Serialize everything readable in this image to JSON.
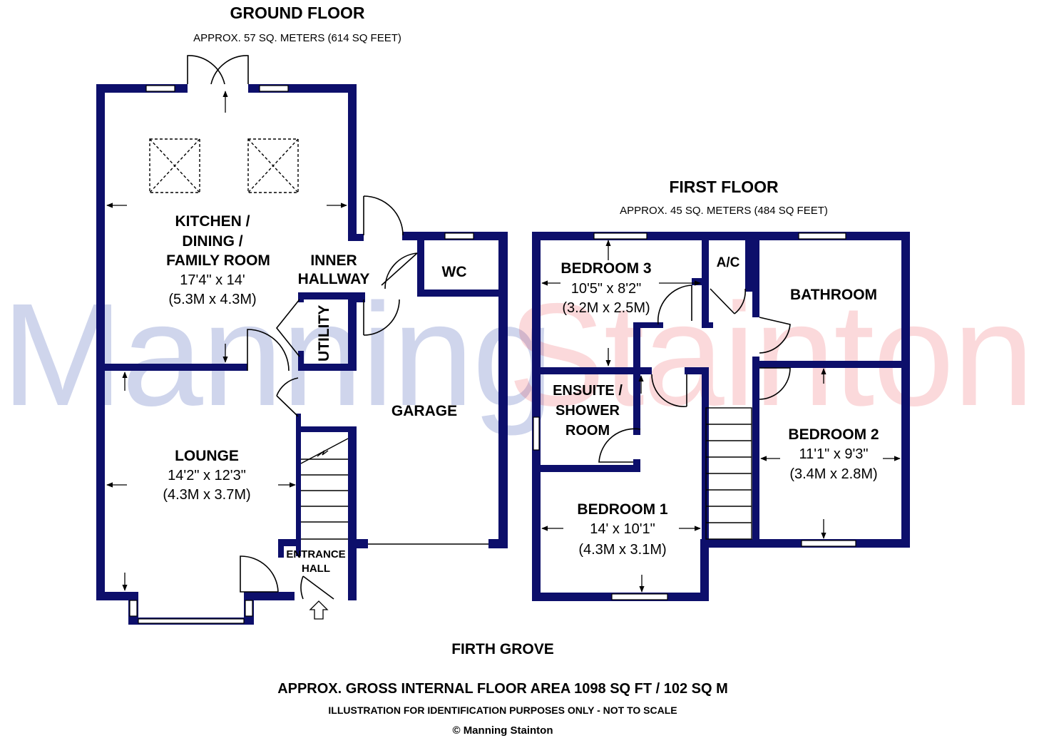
{
  "ground_floor": {
    "title": "GROUND FLOOR",
    "area": "APPROX. 57 SQ. METERS (614 SQ FEET)",
    "rooms": {
      "kitchen": {
        "name_lines": [
          "KITCHEN /",
          "DINING /",
          "FAMILY ROOM"
        ],
        "dims_imperial": "17'4\" x 14'",
        "dims_metric": "(5.3M x 4.3M)"
      },
      "inner_hallway": {
        "name_lines": [
          "INNER",
          "HALLWAY"
        ]
      },
      "wc": {
        "name": "WC"
      },
      "utility": {
        "name": "UTILITY"
      },
      "garage": {
        "name": "GARAGE"
      },
      "lounge": {
        "name": "LOUNGE",
        "dims_imperial": "14'2\" x 12'3\"",
        "dims_metric": "(4.3M x 3.7M)"
      },
      "entrance_hall": {
        "name_lines": [
          "ENTRANCE",
          "HALL"
        ]
      }
    }
  },
  "first_floor": {
    "title": "FIRST FLOOR",
    "area": "APPROX. 45 SQ. METERS (484 SQ FEET)",
    "rooms": {
      "bedroom3": {
        "name": "BEDROOM 3",
        "dims_imperial": "10'5\" x 8'2\"",
        "dims_metric": "(3.2M x 2.5M)"
      },
      "ac": {
        "name": "A/C"
      },
      "bathroom": {
        "name": "BATHROOM"
      },
      "ensuite": {
        "name_lines": [
          "ENSUITE /",
          "SHOWER",
          "ROOM"
        ]
      },
      "bedroom2": {
        "name": "BEDROOM 2",
        "dims_imperial": "11'1\" x 9'3\"",
        "dims_metric": "(3.4M x 2.8M)"
      },
      "bedroom1": {
        "name": "BEDROOM 1",
        "dims_imperial": "14' x 10'1\"",
        "dims_metric": "(4.3M x 3.1M)"
      }
    }
  },
  "street": "FIRTH GROVE",
  "footer": {
    "gross_area": "APPROX. GROSS INTERNAL FLOOR AREA 1098 SQ FT / 102 SQ M",
    "disclaimer": "ILLUSTRATION FOR IDENTIFICATION PURPOSES ONLY - NOT TO SCALE",
    "copyright": "© Manning Stainton"
  },
  "watermark": {
    "part1": "Manning",
    "part2": "Stainton"
  },
  "colors": {
    "wall": "#0d0f6b",
    "watermark_blue": "#0f2c9e",
    "watermark_red": "#e82c36"
  }
}
